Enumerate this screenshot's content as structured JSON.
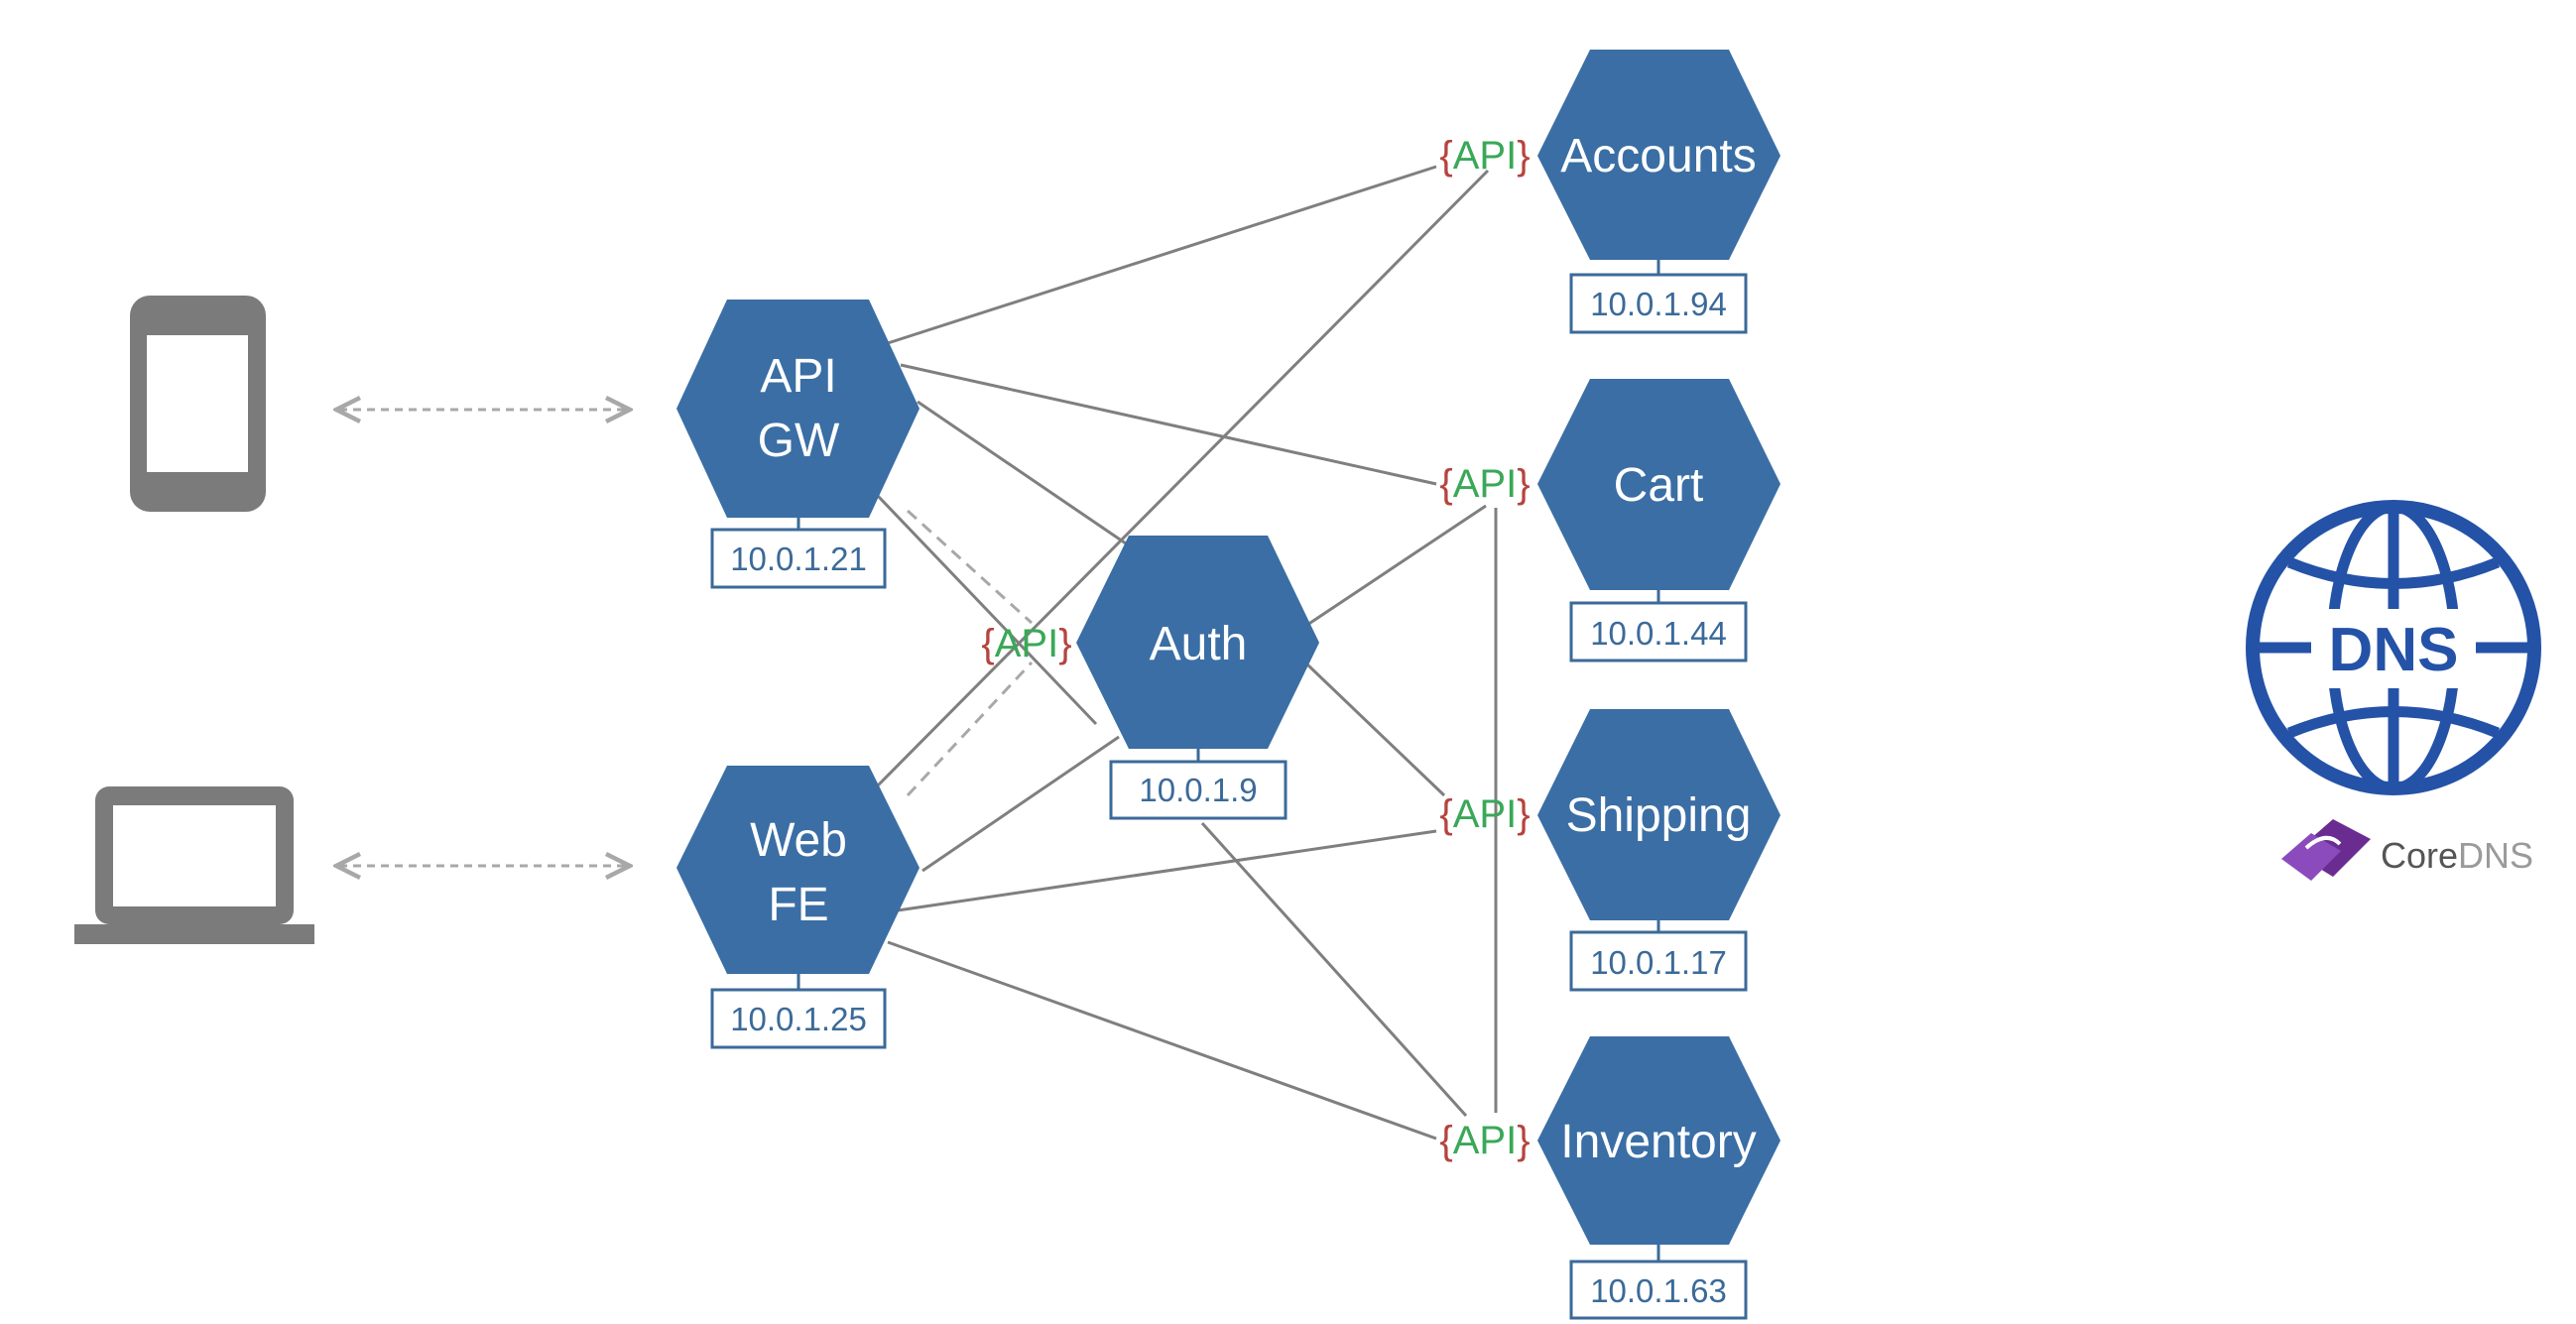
{
  "services": {
    "api_gw": {
      "line1": "API",
      "line2": "GW",
      "ip": "10.0.1.21"
    },
    "web_fe": {
      "line1": "Web",
      "line2": "FE",
      "ip": "10.0.1.25"
    },
    "auth": {
      "label": "Auth",
      "ip": "10.0.1.9"
    },
    "accounts": {
      "label": "Accounts",
      "ip": "10.0.1.94"
    },
    "cart": {
      "label": "Cart",
      "ip": "10.0.1.44"
    },
    "shipping": {
      "label": "Shipping",
      "ip": "10.0.1.17"
    },
    "inventory": {
      "label": "Inventory",
      "ip": "10.0.1.63"
    }
  },
  "api_tag": {
    "open": "{",
    "word": "API",
    "close": "}"
  },
  "dns": {
    "badge": "DNS",
    "brand_prefix": "Core",
    "brand_suffix": "DNS"
  },
  "colors": {
    "hex_fill": "#3a6ea5",
    "ip_border": "#3b6a99",
    "device_gray": "#7b7b7b",
    "line_gray": "#7f7f7f",
    "dns_blue": "#2452a7",
    "coredns_purple": "#6a2c91"
  },
  "icons": [
    "tablet-icon",
    "laptop-icon",
    "dns-globe-icon",
    "coredns-logo-icon"
  ]
}
